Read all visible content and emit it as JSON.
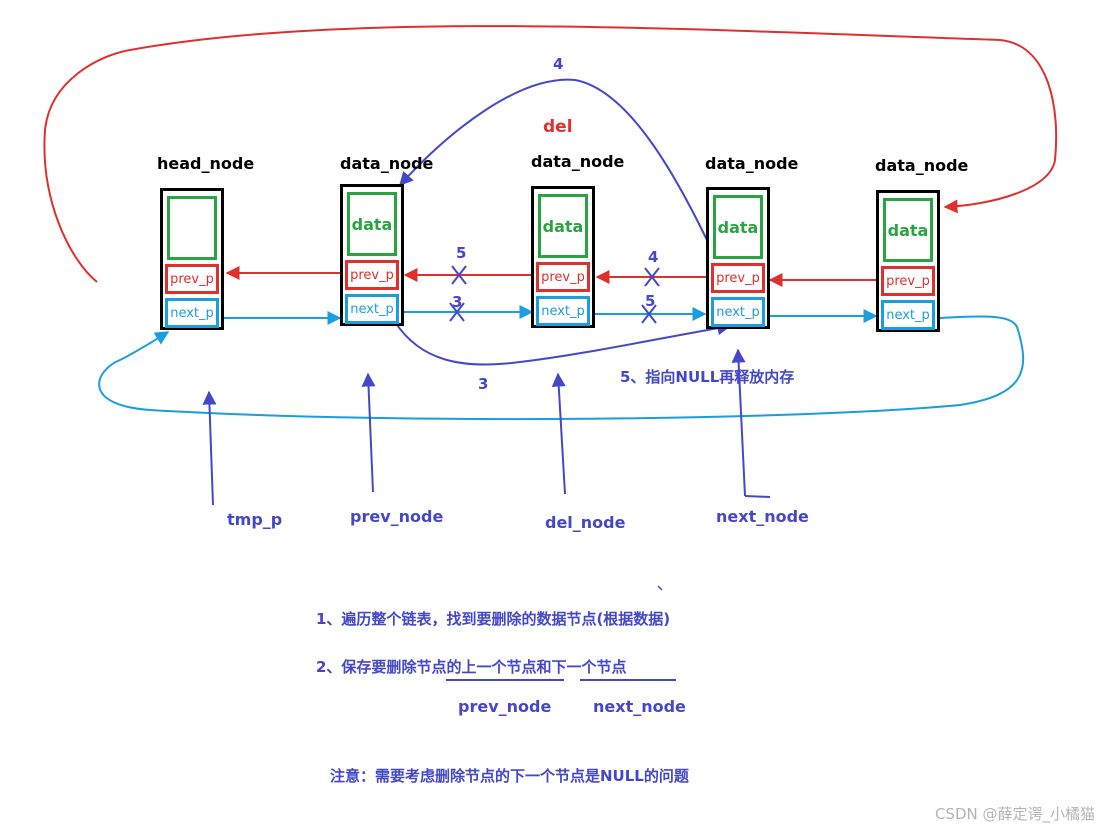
{
  "nodes": [
    {
      "title": "head_node",
      "data": "",
      "prev": "prev_p",
      "next": "next_p"
    },
    {
      "title": "data_node",
      "data": "data",
      "prev": "prev_p",
      "next": "next_p"
    },
    {
      "title": "data_node",
      "data": "data",
      "prev": "prev_p",
      "next": "next_p"
    },
    {
      "title": "data_node",
      "data": "data",
      "prev": "prev_p",
      "next": "next_p"
    },
    {
      "title": "data_node",
      "data": "data",
      "prev": "prev_p",
      "next": "next_p"
    }
  ],
  "del_label": "del",
  "step_labels": {
    "top_4": "4",
    "link_5_left": "5",
    "link_3_left": "3",
    "link_4_right": "4",
    "link_5_right": "5",
    "bottom_3": "3"
  },
  "step5_text": "5、指向NULL再释放内存",
  "pointers": {
    "tmp_p": "tmp_p",
    "prev_node": "prev_node",
    "del_node": "del_node",
    "next_node": "next_node"
  },
  "notes": {
    "step1": "1、遍历整个链表，找到要删除的数据节点(根据数据)",
    "step2": "2、保存要删除节点的上一个节点和下一个节点",
    "prev_node": "prev_node",
    "next_node": "next_node",
    "caution": "注意：需要考虑删除节点的下一个节点是NULL的问题"
  },
  "watermark": "CSDN @薛定谔_小橘猫",
  "colors": {
    "red": "#e0302e",
    "blue": "#4448c8",
    "cyan": "#1a9ee0",
    "green": "#2aa443"
  }
}
